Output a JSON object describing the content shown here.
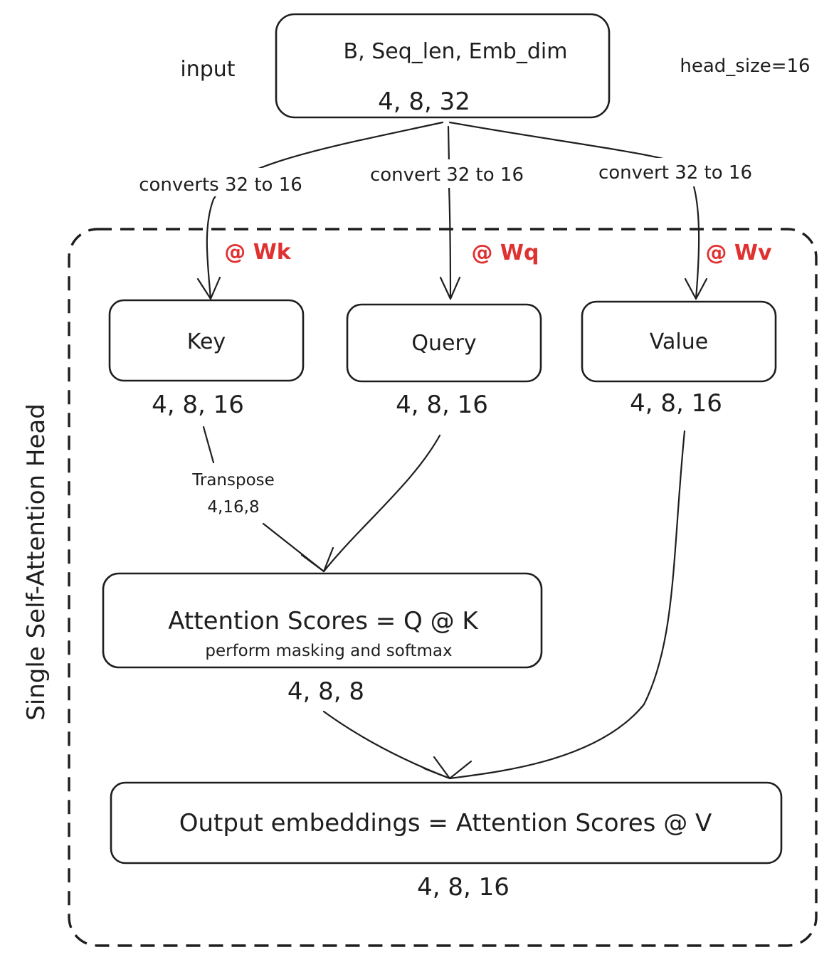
{
  "colors": {
    "stroke": "#1e1e1e",
    "accent": "#e03131",
    "background": "#ffffff"
  },
  "frame_label": "Single Self-Attention Head",
  "input": {
    "label": "input",
    "shape_text": "B, Seq_len, Emb_dim",
    "shape_values": "4, 8, 32"
  },
  "head_size": "head_size=16",
  "edges": {
    "to_key": "converts 32 to 16",
    "to_query": "convert 32 to 16",
    "to_value": "convert 32 to 16",
    "transpose": "Transpose",
    "transpose_shape": "4,16,8"
  },
  "weights": {
    "key": "@ Wk",
    "query": "@ Wq",
    "value": "@ Wv"
  },
  "nodes": {
    "key": {
      "label": "Key",
      "shape": "4, 8, 16"
    },
    "query": {
      "label": "Query",
      "shape": "4, 8, 16"
    },
    "value": {
      "label": "Value",
      "shape": "4, 8, 16"
    },
    "attention": {
      "label": "Attention Scores = Q @ K",
      "note": "perform masking and softmax",
      "shape": "4, 8, 8"
    },
    "output": {
      "label": "Output embeddings = Attention Scores @ V",
      "shape": "4, 8, 16"
    }
  }
}
